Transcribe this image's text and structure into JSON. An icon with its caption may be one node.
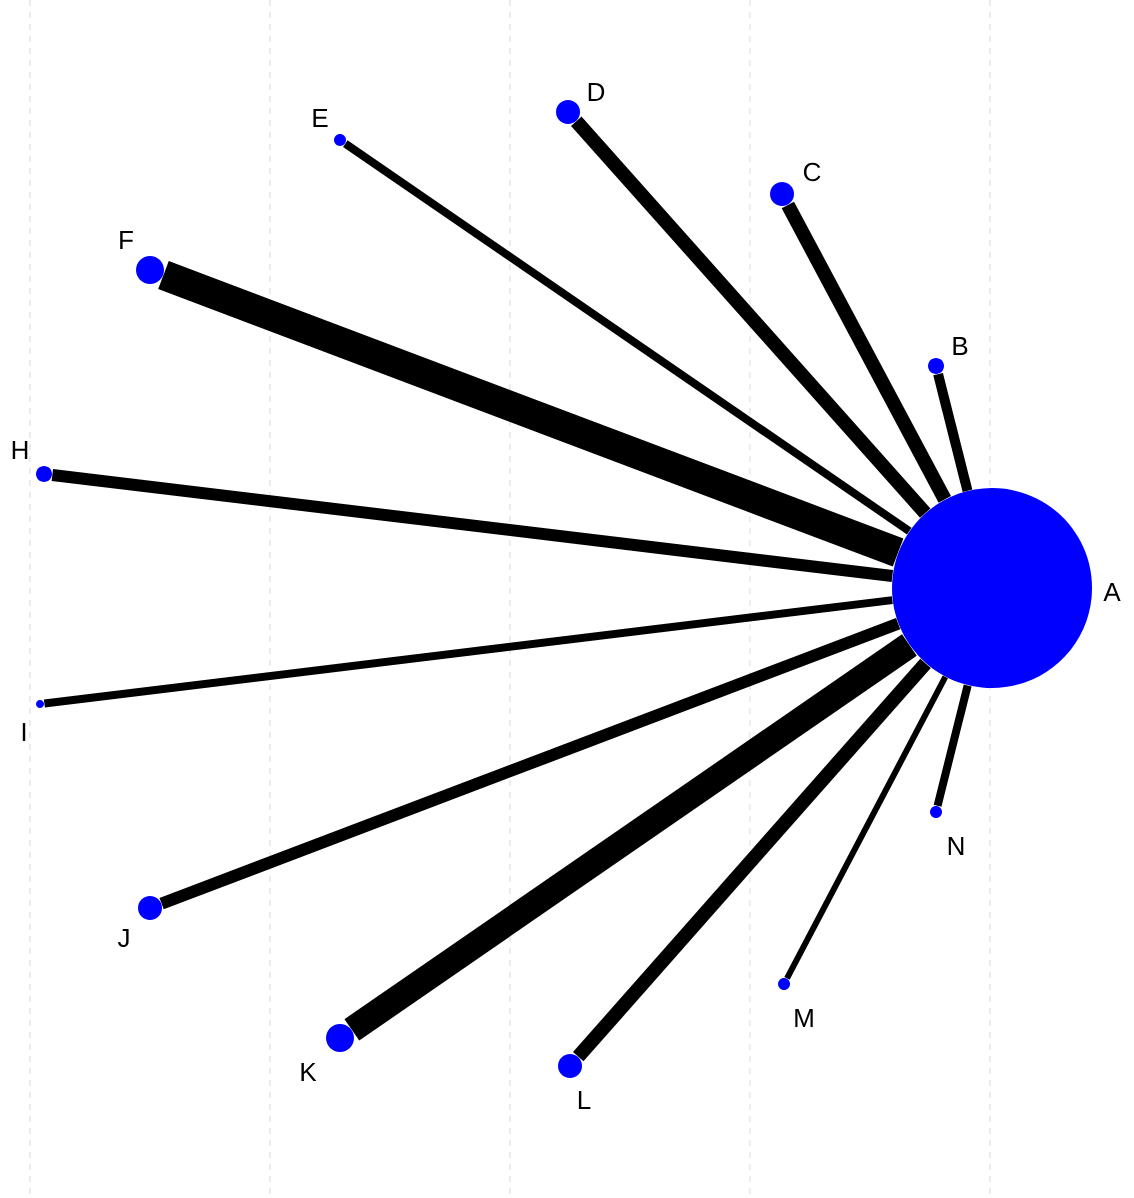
{
  "diagram": {
    "nodes": [
      {
        "text": [
          "A"
        ]
      },
      {
        "text": [
          "B"
        ]
      },
      {
        "text": [
          "C"
        ]
      },
      {
        "text": [
          "D"
        ]
      },
      {
        "text": [
          "E"
        ]
      },
      {
        "text": [
          "F"
        ]
      },
      {
        "text": [
          "H"
        ]
      },
      {
        "text": [
          "I"
        ]
      },
      {
        "text": [
          "J"
        ]
      },
      {
        "text": [
          "K"
        ]
      },
      {
        "text": [
          "L"
        ]
      },
      {
        "text": [
          "M"
        ]
      },
      {
        "text": [
          "N"
        ]
      }
    ],
    "edges": [
      {
        "from": 0,
        "to": 1,
        "arrow": "none"
      },
      {
        "from": 0,
        "to": 2,
        "arrow": "none"
      },
      {
        "from": 0,
        "to": 3,
        "arrow": "none"
      },
      {
        "from": 0,
        "to": 4,
        "arrow": "none"
      },
      {
        "from": 0,
        "to": 5,
        "arrow": "none",
        "style": "thick"
      },
      {
        "from": 0,
        "to": 6,
        "arrow": "none"
      },
      {
        "from": 0,
        "to": 7,
        "arrow": "none"
      },
      {
        "from": 0,
        "to": 8,
        "arrow": "none"
      },
      {
        "from": 0,
        "to": 9,
        "arrow": "none",
        "style": "thick"
      },
      {
        "from": 0,
        "to": 10,
        "arrow": "none"
      },
      {
        "from": 0,
        "to": 11,
        "arrow": "none"
      },
      {
        "from": 0,
        "to": 12,
        "arrow": "none"
      }
    ]
  }
}
